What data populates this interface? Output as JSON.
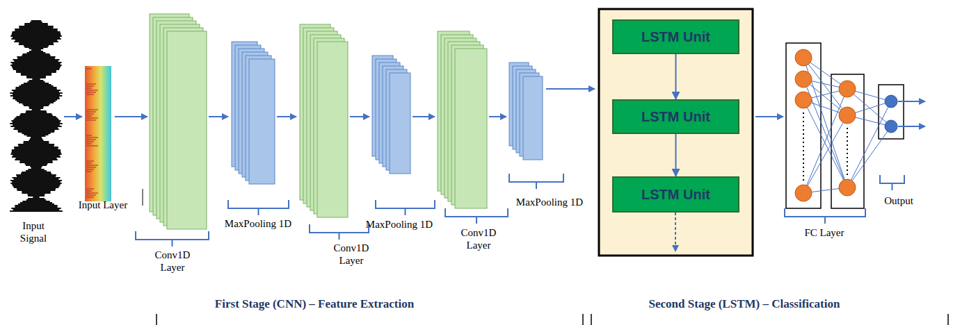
{
  "diagram": {
    "nodes": [
      {
        "text": [
          "LSTM Unit"
        ]
      },
      {
        "text": [
          "LSTM Unit"
        ]
      },
      {
        "text": [
          "LSTM Unit"
        ]
      }
    ],
    "edges": [
      {
        "from": 0,
        "to": 1,
        "arrow": "to"
      },
      {
        "from": 1,
        "to": 2,
        "arrow": "to"
      }
    ],
    "labels": [
      "Input Signal",
      "Input Layer",
      "Conv1D Layer",
      "MaxPooling 1D",
      "Conv1D Layer",
      "MaxPooling 1D",
      "Conv1D Layer",
      "MaxPooling 1D",
      "FC Layer",
      "Output",
      "First Stage (CNN) – Feature Extraction",
      "Second Stage (LSTM) – Classification"
    ]
  }
}
